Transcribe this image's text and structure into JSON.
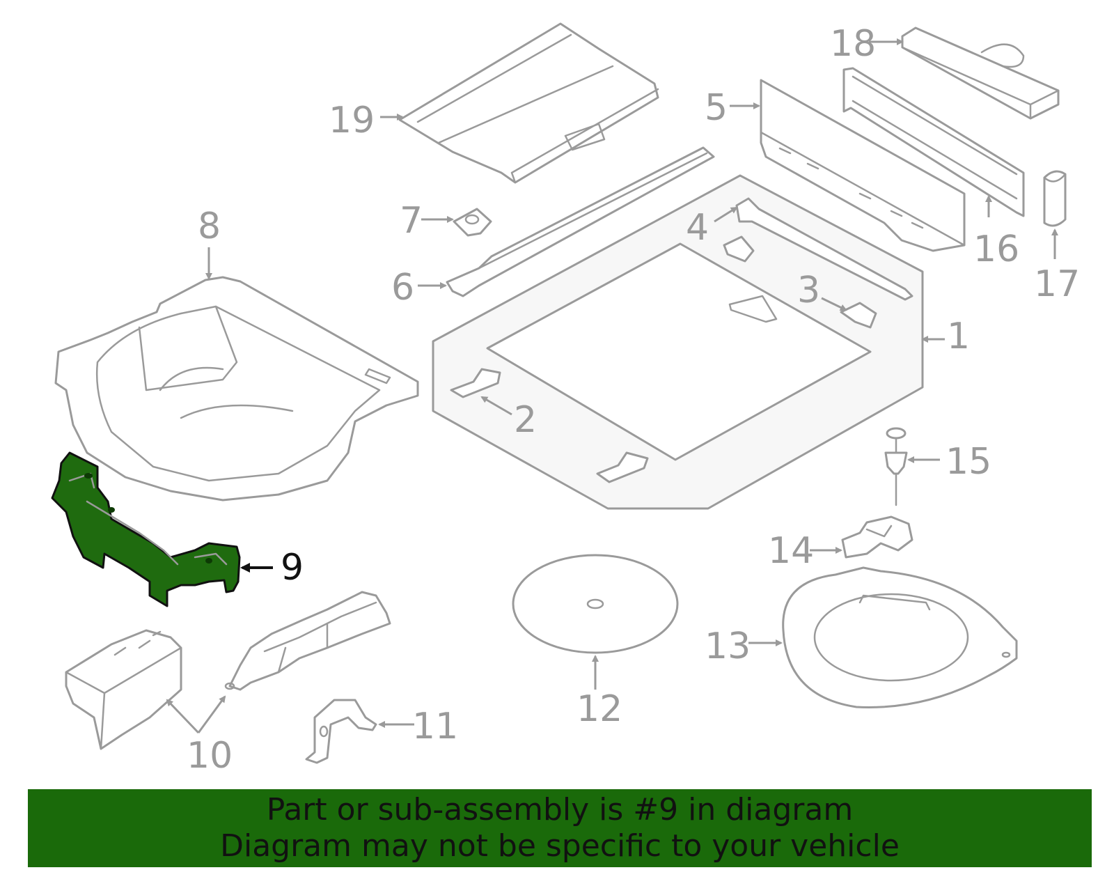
{
  "colors": {
    "highlight_part": "#1f6b0f",
    "banner_background": "#1a6a0a",
    "outline": "#9a9a9a",
    "text_dark": "#111111"
  },
  "callouts": {
    "c1": "1",
    "c2": "2",
    "c3": "3",
    "c4": "4",
    "c5": "5",
    "c6": "6",
    "c7": "7",
    "c8": "8",
    "c9": "9",
    "c10": "10",
    "c11": "11",
    "c12": "12",
    "c13": "13",
    "c14": "14",
    "c15": "15",
    "c16": "16",
    "c17": "17",
    "c18": "18",
    "c19": "19"
  },
  "highlighted_callout": "9",
  "banner": {
    "line1": "Part or sub-assembly is #9 in diagram",
    "line2": "Diagram may not be specific to your vehicle"
  }
}
